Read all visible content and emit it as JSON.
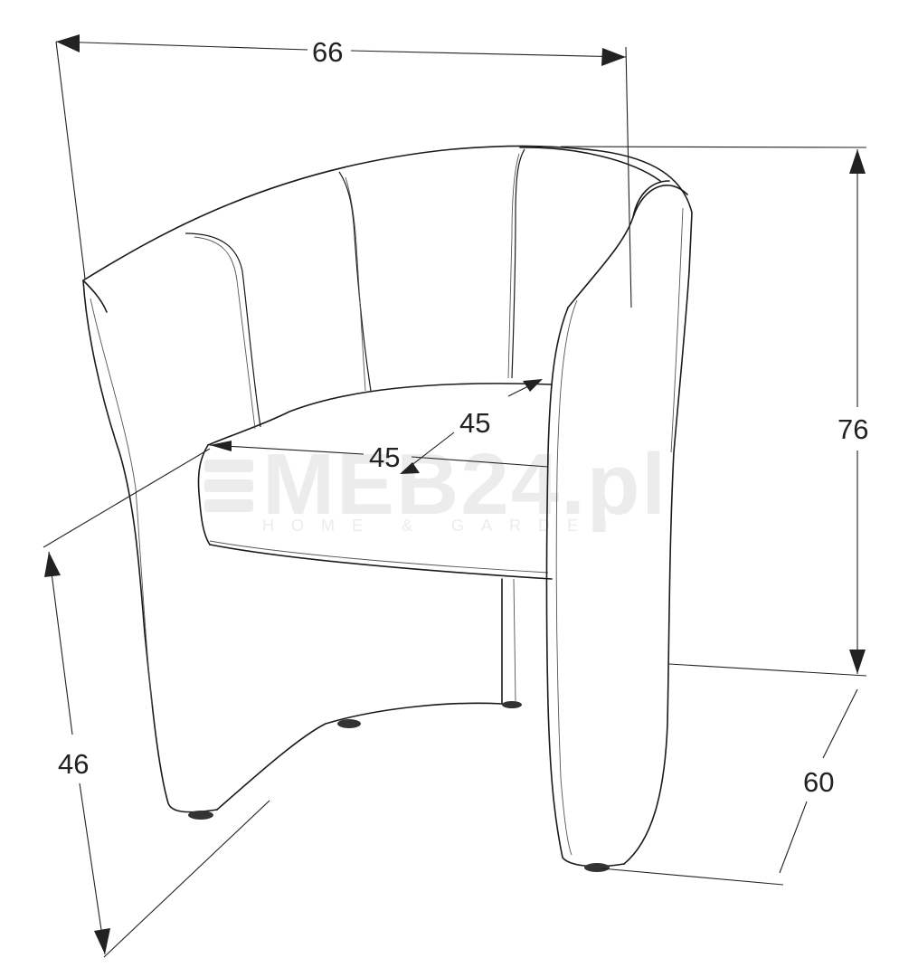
{
  "dimensions": {
    "width": "66",
    "height": "76",
    "depth": "60",
    "seat_height": "46",
    "seat_depth": "45",
    "seat_width": "45"
  },
  "watermark": {
    "brand": "MEB24.pl",
    "tagline": "HOME & GARDEN"
  },
  "colors": {
    "line": "#1a1a1a",
    "watermark": "#ececec",
    "background": "#ffffff"
  }
}
